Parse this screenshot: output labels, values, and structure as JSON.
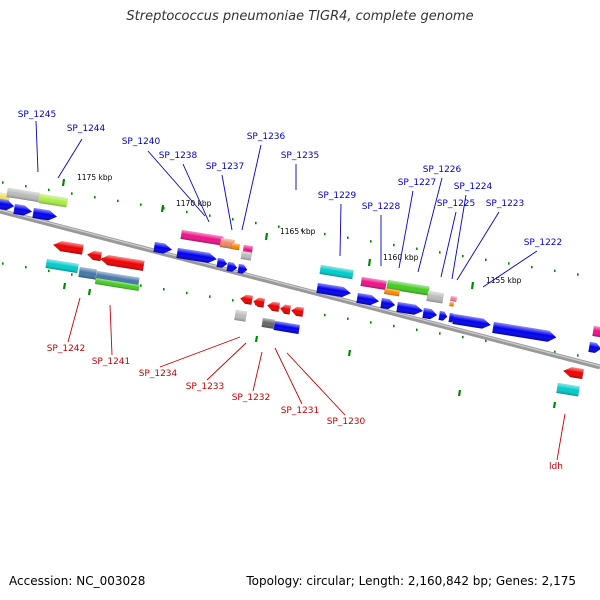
{
  "title": "Streptococcus pneumoniae TIGR4, complete genome",
  "footer": {
    "accession": "Accession: NC_003028",
    "summary": "Topology: circular; Length: 2,160,842 bp; Genes: 2,175"
  },
  "colors": {
    "forward_label": "#0000cc",
    "reverse_label": "#cc0000",
    "backbone": "#888888",
    "tick": "#008800",
    "blue": "#0000ee",
    "red": "#ee0000",
    "cyan": "#00cccc",
    "magenta": "#ee1188",
    "green": "#44cc22",
    "lime": "#aaee44",
    "grey": "#bbbbbb",
    "dark_grey": "#666666",
    "steel": "#4477aa",
    "orange": "#ff8800",
    "pink": "#ff7799",
    "salmon": "#ee8866",
    "yellow": "#eedd66"
  },
  "scale_ticks": [
    "1175 kbp",
    "1170 kbp",
    "1165 kbp",
    "1160 kbp",
    "1155 kbp"
  ],
  "forward_labels": [
    "SP_1245",
    "SP_1244",
    "SP_1240",
    "SP_1238",
    "SP_1237",
    "SP_1236",
    "SP_1235",
    "SP_1229",
    "SP_1228",
    "SP_1227",
    "SP_1226",
    "SP_1225",
    "SP_1224",
    "SP_1223",
    "SP_1222"
  ],
  "reverse_labels": [
    "SP_1242",
    "SP_1241",
    "SP_1234",
    "SP_1233",
    "SP_1232",
    "SP_1231",
    "SP_1230",
    "ldh"
  ]
}
